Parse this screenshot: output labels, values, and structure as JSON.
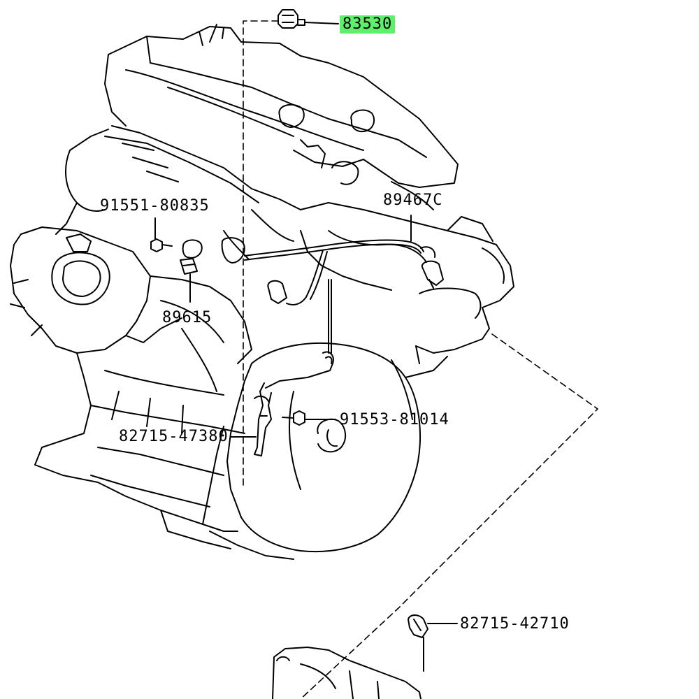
{
  "diagram": {
    "highlight_color": "#5ef06a",
    "line_color": "#000000",
    "parts": [
      {
        "id": "p83530",
        "label": "83530",
        "highlighted": true
      },
      {
        "id": "p89467c",
        "label": "89467C",
        "highlighted": false
      },
      {
        "id": "p91551",
        "label": "91551-80835",
        "highlighted": false
      },
      {
        "id": "p89615",
        "label": "89615",
        "highlighted": false
      },
      {
        "id": "p91553",
        "label": "91553-81014",
        "highlighted": false
      },
      {
        "id": "p82715a",
        "label": "82715-47380",
        "highlighted": false
      },
      {
        "id": "p82715b",
        "label": "82715-42710",
        "highlighted": false
      }
    ]
  }
}
